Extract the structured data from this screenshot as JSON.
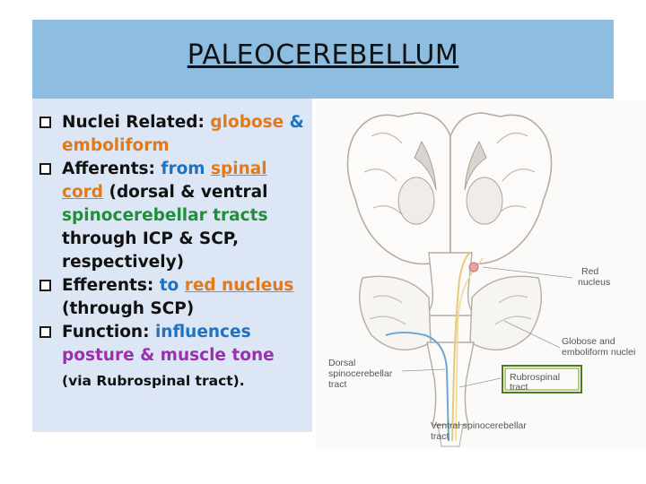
{
  "title": "PALEOCEREBELLUM",
  "bullets": {
    "nuclei": {
      "label": "Nuclei Related:",
      "value_a": "globose",
      "amp": " &",
      "value_b": "emboliform"
    },
    "afferents": {
      "label": "Afferents:",
      "from": " from ",
      "link": "spinal cord",
      "detail": " (dorsal & ventral",
      "tracts": "spinocerebellar tracts",
      "through": "through ICP & SCP,",
      "resp": "respectively)"
    },
    "efferents": {
      "label": "Efferents:",
      "to": " to ",
      "link": "red nucleus",
      "through": "(through SCP)"
    },
    "function": {
      "label": "Function:",
      "value_a": " influences",
      "value_b": "posture & muscle tone",
      "note": "(via Rubrospinal tract)."
    }
  },
  "figure_labels": {
    "red_nucleus_1": "Red",
    "red_nucleus_2": "nucleus",
    "globose_1": "Globose and",
    "globose_2": "emboliform nuclei",
    "dorsal_1": "Dorsal",
    "dorsal_2": "spinocerebellar",
    "dorsal_3": "tract",
    "rubrospinal": "Rubrospinal",
    "rubrospinal_2": "tract",
    "ventral_1": "Ventral spinocerebellar",
    "ventral_2": "tract"
  },
  "colors": {
    "title_bar": "#8dbde1",
    "panel": "#dde6f4",
    "orange": "#e07a1a",
    "blue": "#1d73c2",
    "green": "#1f8f3a",
    "purple": "#9a2fb0",
    "highlight_box": "#4a7a2a"
  }
}
